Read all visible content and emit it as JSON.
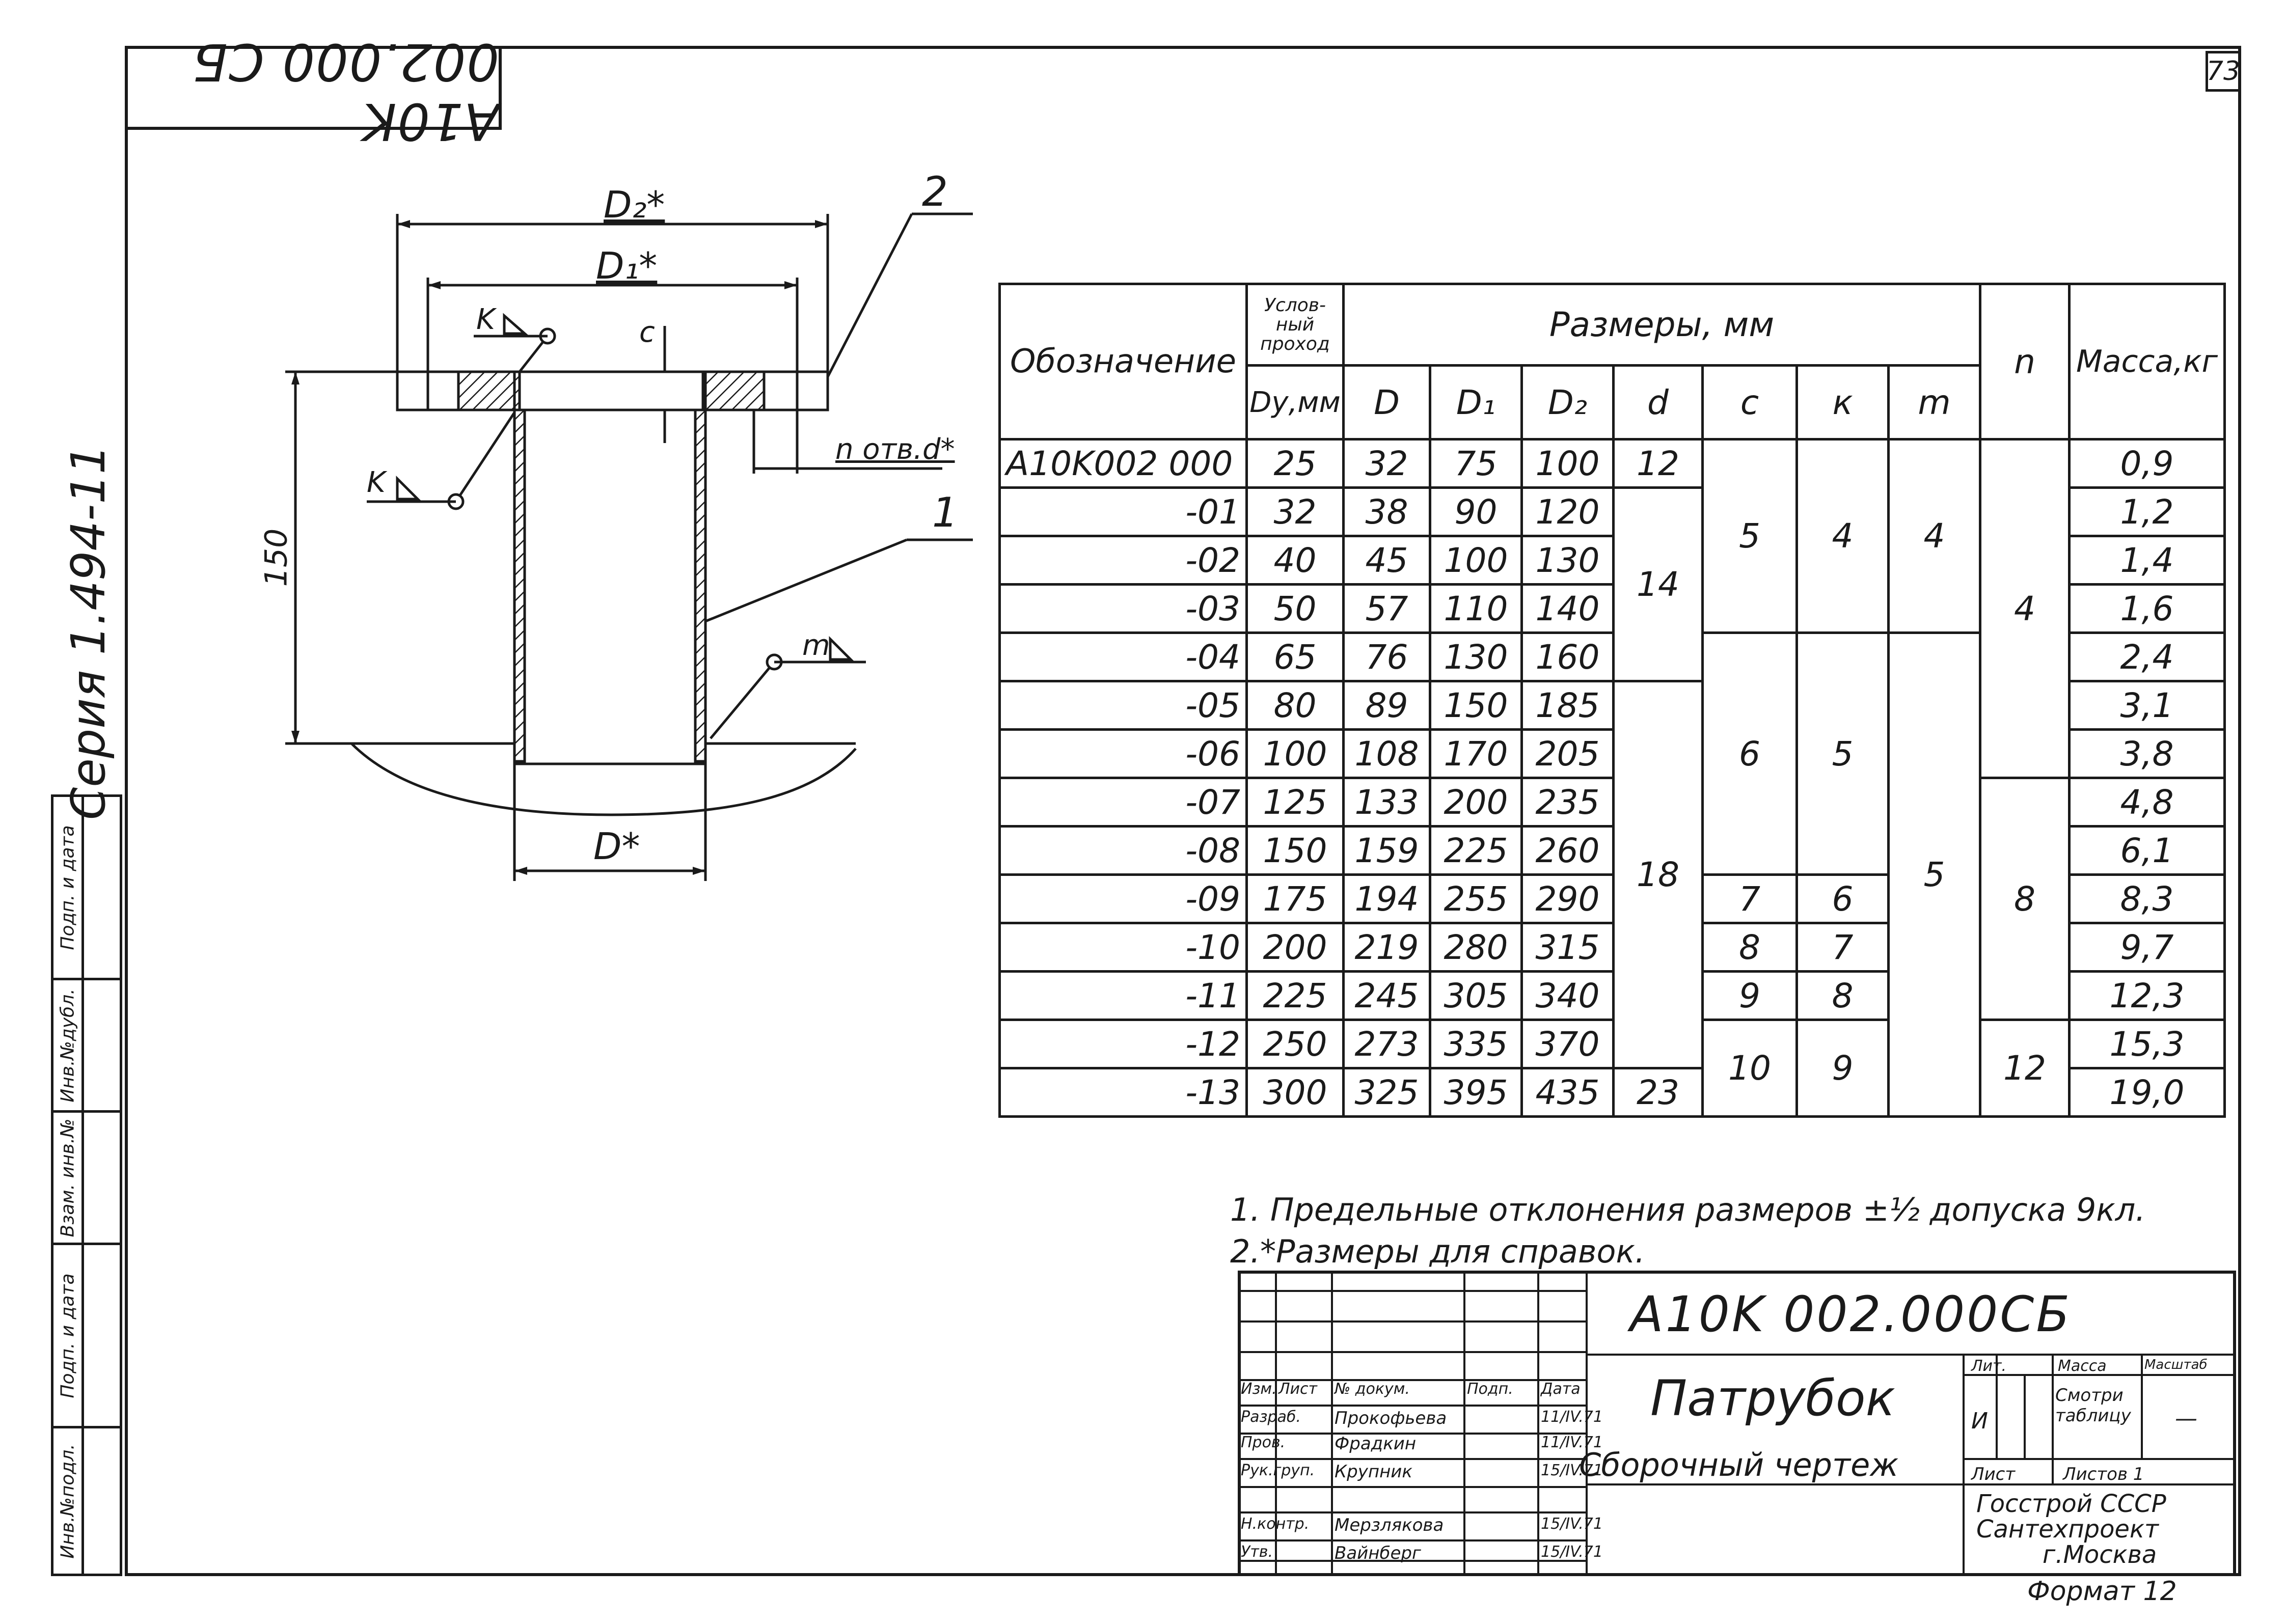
{
  "stamp_code": "A10K 002.000 CБ",
  "sheet_number": "73",
  "series": "Серия 1.494-11",
  "binding_strip": [
    "Инв.№подл.",
    "Подп. и дата",
    "Взам. инв.№",
    "Инв.№дубл.",
    "Подп. и дата"
  ],
  "drawing": {
    "d2_label": "D₂*",
    "d1_label": "D₁*",
    "d_label": "D*",
    "callout_2": "2",
    "callout_1": "1",
    "weld_k_top": "K",
    "weld_k_left": "K",
    "weld_m": "m",
    "dim_c": "c",
    "dim_150": "150",
    "holes": "n отв.d*"
  },
  "table": {
    "col_designation": "Обозначение",
    "col_dy_title": "Услов-ный проход",
    "col_dy": "Dу,мм",
    "group_sizes": "Размеры, мм",
    "col_D": "D",
    "col_D1": "D₁",
    "col_D2": "D₂",
    "col_d": "d",
    "col_c": "c",
    "col_k": "к",
    "col_m": "m",
    "col_n": "n",
    "col_mass": "Масса,кг",
    "rows": [
      {
        "des": "A10K002 000",
        "dy": "25",
        "D": "32",
        "D1": "75",
        "D2": "100",
        "mass": "0,9"
      },
      {
        "des": "-01",
        "dy": "32",
        "D": "38",
        "D1": "90",
        "D2": "120",
        "mass": "1,2"
      },
      {
        "des": "-02",
        "dy": "40",
        "D": "45",
        "D1": "100",
        "D2": "130",
        "mass": "1,4"
      },
      {
        "des": "-03",
        "dy": "50",
        "D": "57",
        "D1": "110",
        "D2": "140",
        "mass": "1,6"
      },
      {
        "des": "-04",
        "dy": "65",
        "D": "76",
        "D1": "130",
        "D2": "160",
        "mass": "2,4"
      },
      {
        "des": "-05",
        "dy": "80",
        "D": "89",
        "D1": "150",
        "D2": "185",
        "mass": "3,1"
      },
      {
        "des": "-06",
        "dy": "100",
        "D": "108",
        "D1": "170",
        "D2": "205",
        "mass": "3,8"
      },
      {
        "des": "-07",
        "dy": "125",
        "D": "133",
        "D1": "200",
        "D2": "235",
        "mass": "4,8"
      },
      {
        "des": "-08",
        "dy": "150",
        "D": "159",
        "D1": "225",
        "D2": "260",
        "mass": "6,1"
      },
      {
        "des": "-09",
        "dy": "175",
        "D": "194",
        "D1": "255",
        "D2": "290",
        "mass": "8,3"
      },
      {
        "des": "-10",
        "dy": "200",
        "D": "219",
        "D1": "280",
        "D2": "315",
        "mass": "9,7"
      },
      {
        "des": "-11",
        "dy": "225",
        "D": "245",
        "D1": "305",
        "D2": "340",
        "mass": "12,3"
      },
      {
        "des": "-12",
        "dy": "250",
        "D": "273",
        "D1": "335",
        "D2": "370",
        "mass": "15,3"
      },
      {
        "des": "-13",
        "dy": "300",
        "D": "325",
        "D1": "395",
        "D2": "435",
        "mass": "19,0"
      }
    ],
    "merged": {
      "d_12": "12",
      "d_14": "14",
      "d_18": "18",
      "d_23": "23",
      "c_5": "5",
      "c_6": "6",
      "c_7": "7",
      "c_8": "8",
      "c_9": "9",
      "c_10": "10",
      "k_4": "4",
      "k_5": "5",
      "k_6": "6",
      "k_7": "7",
      "k_8": "8",
      "k_9": "9",
      "m_4": "4",
      "m_5": "5",
      "n_4": "4",
      "n_8": "8",
      "n_12": "12"
    }
  },
  "notes": [
    "1. Предельные отклонения размеров ±½ допуска 9кл.",
    "2.*Размеры для справок."
  ],
  "title_block": {
    "code": "A10K 002.000CБ",
    "name": "Патрубок",
    "doc_type": "Сборочный чертеж",
    "header_cols": [
      "Изм.",
      "Лист",
      "№ докум.",
      "Подп.",
      "Дата"
    ],
    "roles": [
      {
        "role": "Разраб.",
        "name": "Прокофьева",
        "date": "11/IV.71"
      },
      {
        "role": "Пров.",
        "name": "Фрадкин",
        "date": "11/IV.71"
      },
      {
        "role": "Рук.груп.",
        "name": "Крупник",
        "date": "15/IV.71"
      },
      {
        "role": "Н.контр.",
        "name": "Мерзлякова",
        "date": "15/IV.71"
      },
      {
        "role": "Утв.",
        "name": "Вайнберг",
        "date": "15/IV.71"
      }
    ],
    "lit_label": "Лит.",
    "lit_value": "И",
    "mass_label": "Масса",
    "mass_value": "Смотри таблицу",
    "scale_label": "Масштаб",
    "scale_value": "—",
    "sheet_label": "Лист",
    "sheets_label": "Листов 1",
    "org_lines": [
      "Госстрой СССР",
      "Сантехпроект",
      "г.Москва"
    ],
    "format": "Формат 12"
  }
}
